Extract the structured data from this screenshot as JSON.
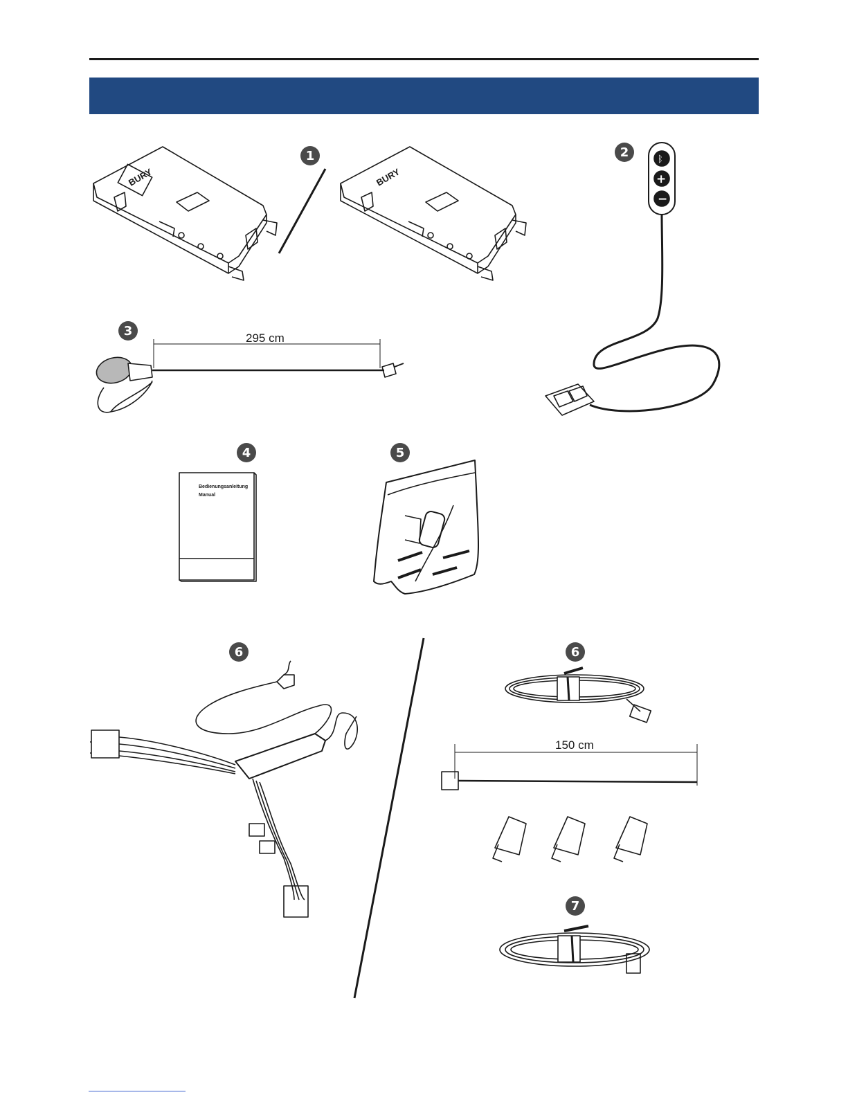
{
  "badges": {
    "b1": "1",
    "b2": "2",
    "b3": "3",
    "b4": "4",
    "b5": "5",
    "b6a": "6",
    "b6b": "6",
    "b7": "7"
  },
  "dimensions": {
    "mic_cable": "295 cm",
    "extension_cable": "150 cm"
  },
  "manual": {
    "line1": "Bedienungsanleitung",
    "line2": "Manual"
  },
  "brand": "BURY",
  "colors": {
    "title_band": "#214981",
    "rule": "#1a1a1a",
    "badge": "#4a4a4a"
  }
}
